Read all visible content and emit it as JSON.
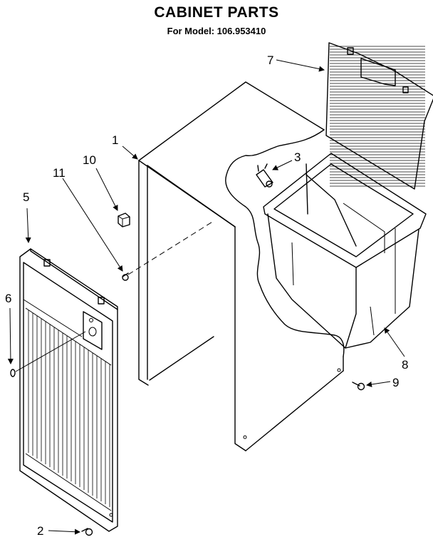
{
  "header": {
    "title": "CABINET PARTS",
    "subtitle": "For Model: 106.953410"
  },
  "callouts": [
    {
      "id": "1",
      "label": "1"
    },
    {
      "id": "2",
      "label": "2"
    },
    {
      "id": "3",
      "label": "3"
    },
    {
      "id": "5",
      "label": "5"
    },
    {
      "id": "6",
      "label": "6"
    },
    {
      "id": "7",
      "label": "7"
    },
    {
      "id": "8",
      "label": "8"
    },
    {
      "id": "9",
      "label": "9"
    },
    {
      "id": "10",
      "label": "10"
    },
    {
      "id": "11",
      "label": "11"
    }
  ]
}
